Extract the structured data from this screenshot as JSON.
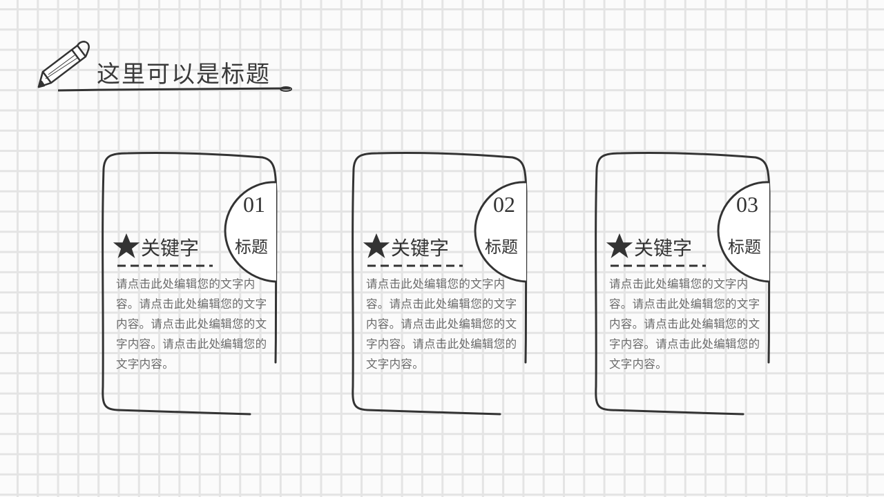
{
  "title": "这里可以是标题",
  "cards": [
    {
      "number": "01",
      "heading": "标题",
      "keyword": "关键字",
      "body": "请点击此处编辑您的文字内容。请点击此处编辑您的文字内容。请点击此处编辑您的文字内容。请点击此处编辑您的文字内容。"
    },
    {
      "number": "02",
      "heading": "标题",
      "keyword": "关键字",
      "body": "请点击此处编辑您的文字内容。请点击此处编辑您的文字内容。请点击此处编辑您的文字内容。请点击此处编辑您的文字内容。"
    },
    {
      "number": "03",
      "heading": "标题",
      "keyword": "关键字",
      "body": "请点击此处编辑您的文字内容。请点击此处编辑您的文字内容。请点击此处编辑您的文字内容。请点击此处编辑您的文字内容。"
    }
  ],
  "colors": {
    "stroke": "#333333",
    "grid": "#e4e4e4",
    "body_text": "#6a6a6a"
  }
}
